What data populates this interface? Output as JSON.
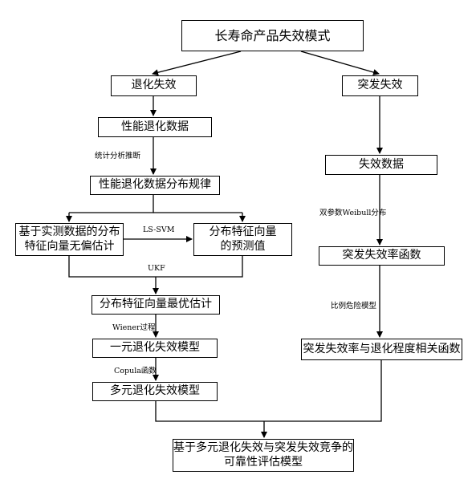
{
  "nodes": {
    "root": "长寿命产品失效模式",
    "degradation": "退化失效",
    "sudden": "突发失效",
    "perf_data": "性能退化数据",
    "perf_law": "性能退化数据分布规律",
    "unbiased_est": "基于实测数据的分布\n特征向量无偏估计",
    "predicted": "分布特征向量\n的预测值",
    "optimal_est": "分布特征向量最优估计",
    "uni_model": "一元退化失效模型",
    "multi_model": "多元退化失效模型",
    "fail_data": "失效数据",
    "fail_rate": "突发失效率函数",
    "fail_rate_related": "突发失效率与退化程度相关函数",
    "final": "基于多元退化失效与突发失效竞争的\n可靠性评估模型"
  },
  "edge_labels": {
    "stat": "统计分析推断",
    "lssvm": "LS-SVM",
    "ukf": "UKF",
    "wiener": "Wiener过程",
    "copula": "Copula函数",
    "weibull": "双参数Weibull分布",
    "ph": "比例危险模型"
  }
}
